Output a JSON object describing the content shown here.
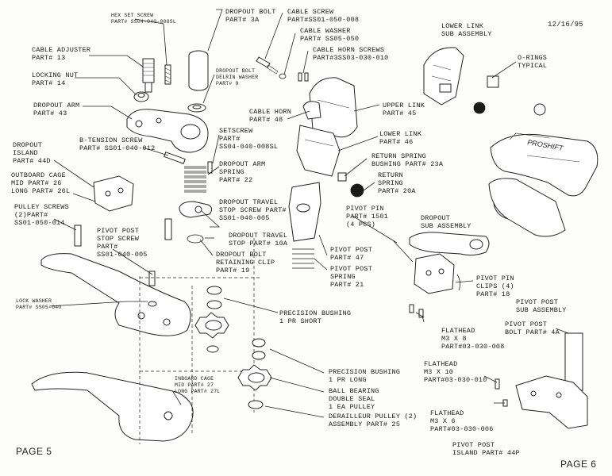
{
  "date": "12/16/95",
  "page_left": "PAGE 5",
  "page_right": "PAGE 6",
  "brand": "PROSHIFT",
  "labels": {
    "hex_set_screw": [
      "HEX SET SCREW",
      "PART# SS04-040-008SL"
    ],
    "cable_adjuster": [
      "CABLE ADJUSTER",
      "PART# 13"
    ],
    "locking_nut": [
      "LOCKING NUT",
      "PART# 14"
    ],
    "dropout_arm": [
      "DROPOUT ARM",
      "PART# 43"
    ],
    "dropout_island": [
      "DROPOUT",
      "ISLAND",
      "PART# 44D"
    ],
    "b_tension_screw": [
      "B-TENSION SCREW",
      "PART# SS01-040-012"
    ],
    "outboard_cage": [
      "OUTBOARD CAGE",
      "MID PART# 26",
      "LONG PART# 26L"
    ],
    "pulley_screws": [
      "PULLEY SCREWS",
      "(2)PART#",
      "SS01-050-014"
    ],
    "pivot_post_stop_screw": [
      "PIVOT POST",
      "STOP SCREW",
      "PART#",
      "SS01-040-005"
    ],
    "lock_washer": [
      "LOCK WASHER",
      "PART# SS05-040"
    ],
    "inboard_cage": [
      "INBOARD CAGE",
      "MID PART# 27",
      "LONG PART# 27L"
    ],
    "dropout_bolt": [
      "DROPOUT BOLT",
      "PART# 3A"
    ],
    "dropout_bolt_delrin": [
      "DROPOUT BOLT",
      "DELRIN WASHER",
      "PART# 9"
    ],
    "setscrew": [
      "SETSCREW",
      "PART#",
      "SS04-040-008SL"
    ],
    "dropout_arm_spring": [
      "DROPOUT ARM",
      "SPRING",
      "PART# 22"
    ],
    "dropout_travel_stop_screw": [
      "DROPOUT TRAVEL",
      "STOP SCREW PART#",
      "SS01-040-005"
    ],
    "dropout_travel_stop": [
      "DROPOUT TRAVEL",
      "STOP PART# 10A"
    ],
    "dropout_bolt_retaining_clip": [
      "DROPOUT BOLT",
      "RETAINING CLIP",
      "PART# 19"
    ],
    "cable_screw": [
      "CABLE SCREW",
      "PART#SS01-050-008"
    ],
    "cable_washer": [
      "CABLE WASHER",
      "PART# SS05-050"
    ],
    "cable_horn_screws": [
      "CABLE HORN SCREWS",
      "PART#3SS03-030-010"
    ],
    "cable_horn": [
      "CABLE HORN",
      "PART# 48"
    ],
    "upper_link": [
      "UPPER LINK",
      "PART# 45"
    ],
    "lower_link": [
      "LOWER LINK",
      "PART# 46"
    ],
    "return_spring_bushing": [
      "RETURN SPRING",
      "BUSHING PART# 23A"
    ],
    "return_spring": [
      "RETURN",
      "SPRING",
      "PART# 20A"
    ],
    "pivot_pin": [
      "PIVOT PIN",
      "PART# 1501",
      "(4 PCS)"
    ],
    "pivot_post": [
      "PIVOT POST",
      "PART# 47"
    ],
    "pivot_post_spring": [
      "PIVOT POST",
      "SPRING",
      "PART# 21"
    ],
    "precision_bushing_short": [
      "PRECISION BUSHING",
      "1 PR SHORT"
    ],
    "precision_bushing_long": [
      "PRECISION BUSHING",
      "1 PR LONG"
    ],
    "ball_bearing": [
      "BALL BEARING",
      "DOUBLE SEAL",
      "1 EA PULLEY"
    ],
    "derailleur_pulley": [
      "DERAILLEUR PULLEY (2)",
      "ASSEMBLY PART# 25"
    ],
    "lower_link_sub": [
      "LOWER LINK",
      "SUB ASSEMBLY"
    ],
    "o_rings": [
      "O-RINGS",
      "TYPICAL"
    ],
    "dropout_sub": [
      "DROPOUT",
      "SUB ASSEMBLY"
    ],
    "pivot_pin_clips": [
      "PIVOT PIN",
      "CLIPS (4)",
      "PART# 18"
    ],
    "pivot_post_sub": [
      "PIVOT POST",
      "SUB ASSEMBLY"
    ],
    "flathead_8": [
      "FLATHEAD",
      "M3 X 8",
      "PART#03-030-008"
    ],
    "pivot_post_bolt": [
      "PIVOT POST",
      "BOLT PART# 4A"
    ],
    "flathead_10": [
      "FLATHEAD",
      "M3 X 10",
      "PART#03-030-010"
    ],
    "flathead_6": [
      "FLATHEAD",
      "M3 X 6",
      "PART#03-030-006"
    ],
    "pivot_post_island": [
      "PIVOT POST",
      "ISLAND PART# 44P"
    ]
  }
}
